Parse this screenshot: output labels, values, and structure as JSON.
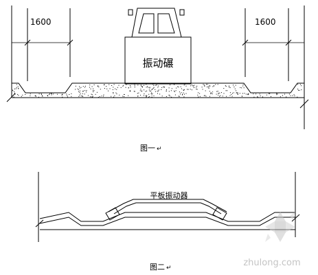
{
  "figure1": {
    "dimension_left": "1600",
    "dimension_right": "1600",
    "roller_label": "振动碾",
    "caption": "图一",
    "caption_mark": "↵"
  },
  "figure2": {
    "vibrator_label": "平板振动器",
    "caption": "图二",
    "caption_mark": "↵"
  },
  "watermark": {
    "site": "zhulong.com"
  },
  "colors": {
    "ink": "#000000",
    "background": "#ffffff",
    "watermark": "#c4c4c4"
  }
}
